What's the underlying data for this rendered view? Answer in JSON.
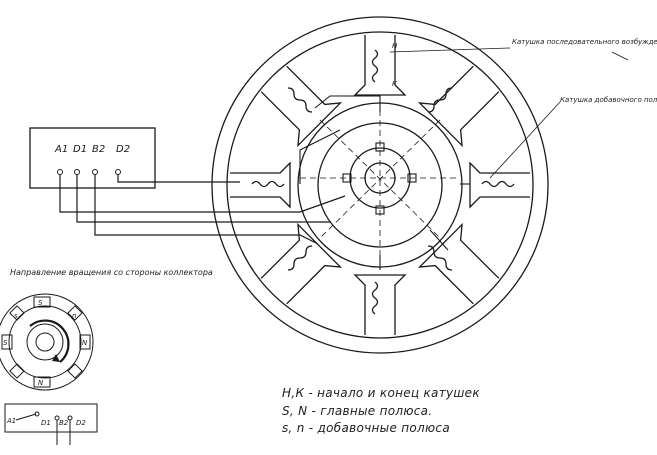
{
  "terminal_box": {
    "labels": [
      "A1",
      "D1",
      "B2",
      "D2"
    ]
  },
  "callouts": {
    "series_coil": "Катушка последовательного возбуждения",
    "aux_pole_coil": "Катушка добавочного полюса"
  },
  "rotation_caption": "Направление вращения со стороны коллектора",
  "coil_end_letters": {
    "start": "Н",
    "end": "К"
  },
  "small_diagram": {
    "pole_letters": [
      "S",
      "N",
      "N",
      "S",
      "n",
      "s"
    ],
    "terminals": [
      "A1",
      "D1",
      "B2",
      "D2"
    ]
  },
  "legend": [
    "Н,К - начало и конец катушек",
    "S, N - главные полюса.",
    "s, n - добавочные полюса"
  ]
}
